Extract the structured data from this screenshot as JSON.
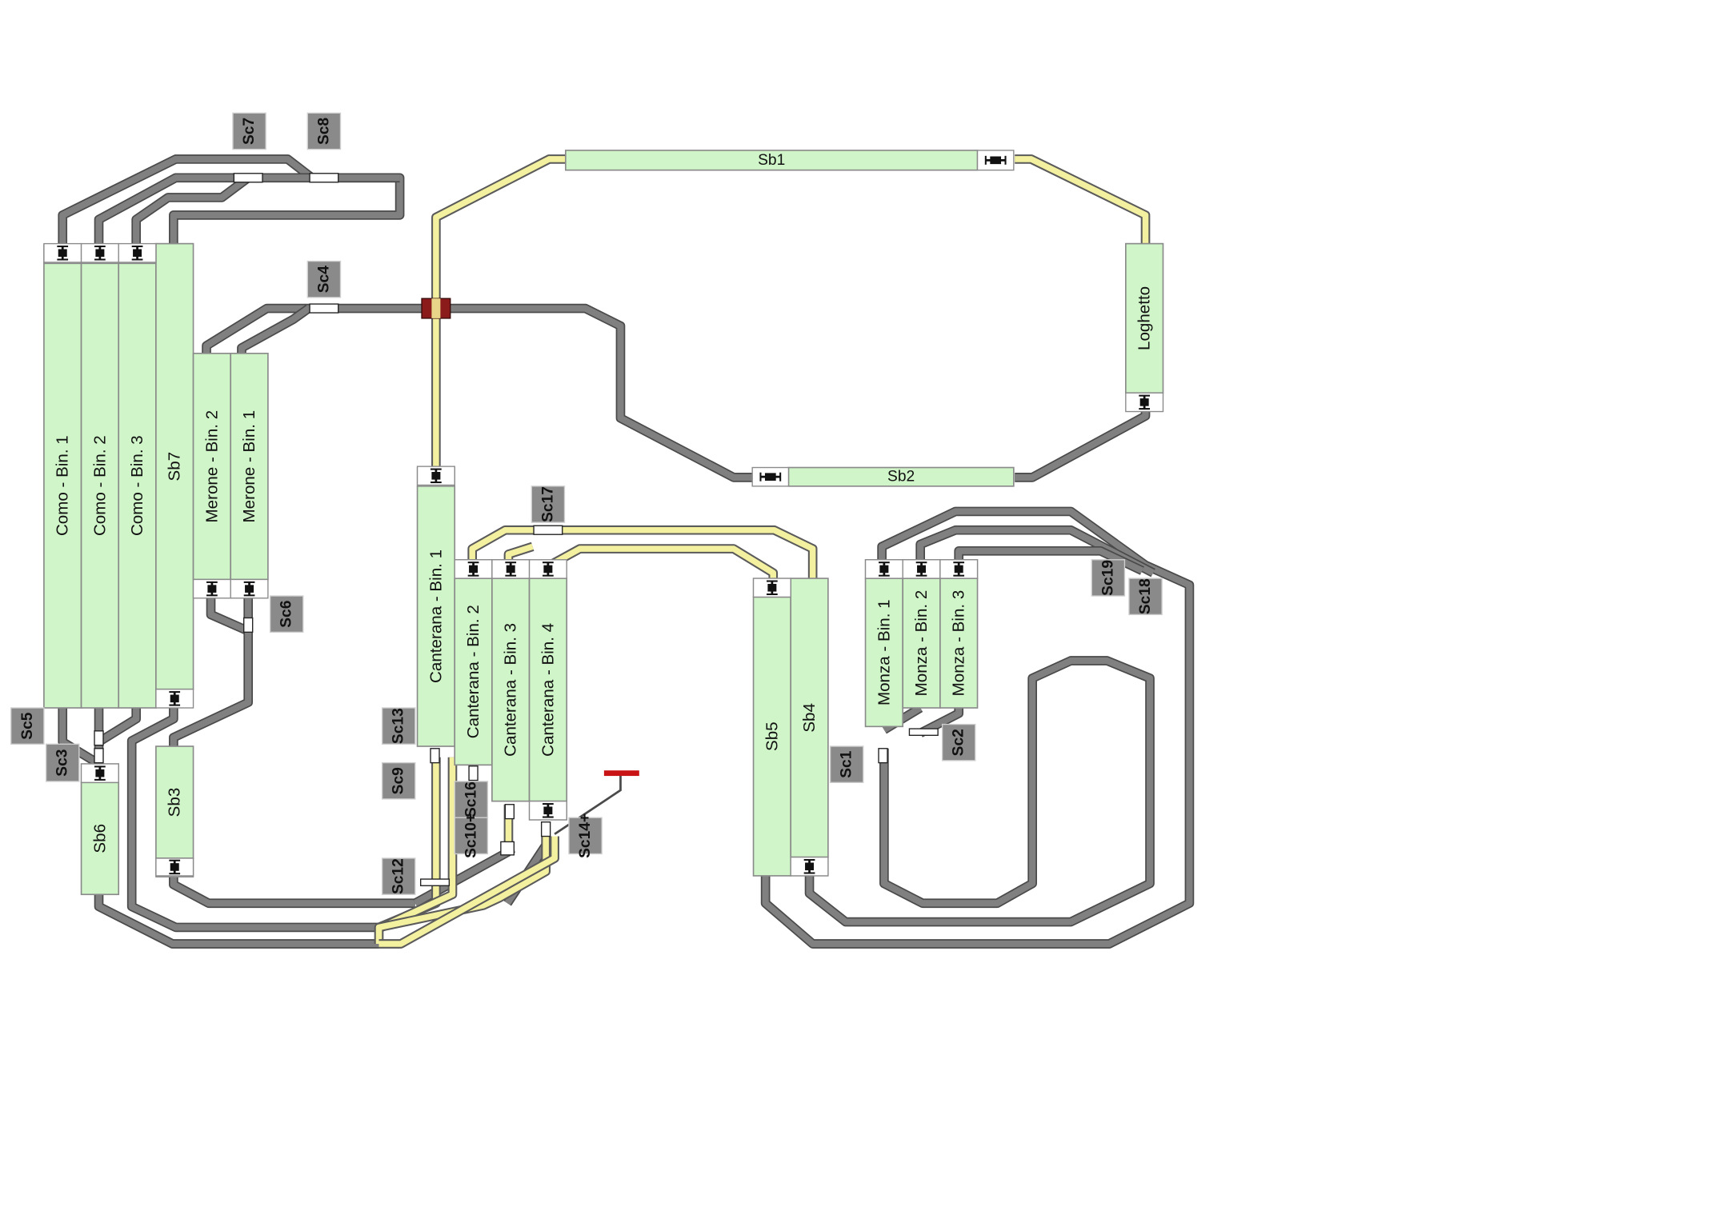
{
  "colors": {
    "track": "#808080",
    "track_edge": "#4a4a4a",
    "route": "#f3f0a0",
    "route_edge": "#5a5a5a",
    "block_fill": "#cff5c8",
    "block_stroke": "#8a8a8a",
    "label_tag_bg": "#8a8a8a",
    "label_tag_text": "#111111",
    "crossing": "#8b1a1a",
    "buffer_stop": "#c81414"
  },
  "blocks": [
    {
      "id": "sb1",
      "label": "Sb1"
    },
    {
      "id": "sb2",
      "label": "Sb2"
    },
    {
      "id": "loghetto",
      "label": "Loghetto"
    },
    {
      "id": "como1",
      "label": "Como - Bin. 1"
    },
    {
      "id": "como2",
      "label": "Como - Bin. 2"
    },
    {
      "id": "como3",
      "label": "Como - Bin. 3"
    },
    {
      "id": "sb7",
      "label": "Sb7"
    },
    {
      "id": "merone2",
      "label": "Merone - Bin. 2"
    },
    {
      "id": "merone1",
      "label": "Merone - Bin. 1"
    },
    {
      "id": "sb6",
      "label": "Sb6"
    },
    {
      "id": "sb3",
      "label": "Sb3"
    },
    {
      "id": "canterana1",
      "label": "Canterana - Bin. 1"
    },
    {
      "id": "canterana2",
      "label": "Canterana - Bin. 2"
    },
    {
      "id": "canterana3",
      "label": "Canterana - Bin. 3"
    },
    {
      "id": "canterana4",
      "label": "Canterana - Bin. 4"
    },
    {
      "id": "sb5",
      "label": "Sb5"
    },
    {
      "id": "sb4",
      "label": "Sb4"
    },
    {
      "id": "monza1",
      "label": "Monza - Bin. 1"
    },
    {
      "id": "monza2",
      "label": "Monza - Bin. 2"
    },
    {
      "id": "monza3",
      "label": "Monza - Bin. 3"
    }
  ],
  "switches": [
    {
      "id": "sc7",
      "label": "Sc7"
    },
    {
      "id": "sc8",
      "label": "Sc8"
    },
    {
      "id": "sc4",
      "label": "Sc4"
    },
    {
      "id": "sc6",
      "label": "Sc6"
    },
    {
      "id": "sc5",
      "label": "Sc5"
    },
    {
      "id": "sc3",
      "label": "Sc3"
    },
    {
      "id": "sc17",
      "label": "Sc17"
    },
    {
      "id": "sc13",
      "label": "Sc13"
    },
    {
      "id": "sc9",
      "label": "Sc9"
    },
    {
      "id": "sc16",
      "label": "Sc16"
    },
    {
      "id": "sc10",
      "label": "Sc10+"
    },
    {
      "id": "sc14",
      "label": "Sc14+"
    },
    {
      "id": "sc12",
      "label": "Sc12"
    },
    {
      "id": "sc1",
      "label": "Sc1"
    },
    {
      "id": "sc2",
      "label": "Sc2"
    },
    {
      "id": "sc19",
      "label": "Sc19"
    },
    {
      "id": "sc18",
      "label": "Sc18"
    }
  ]
}
